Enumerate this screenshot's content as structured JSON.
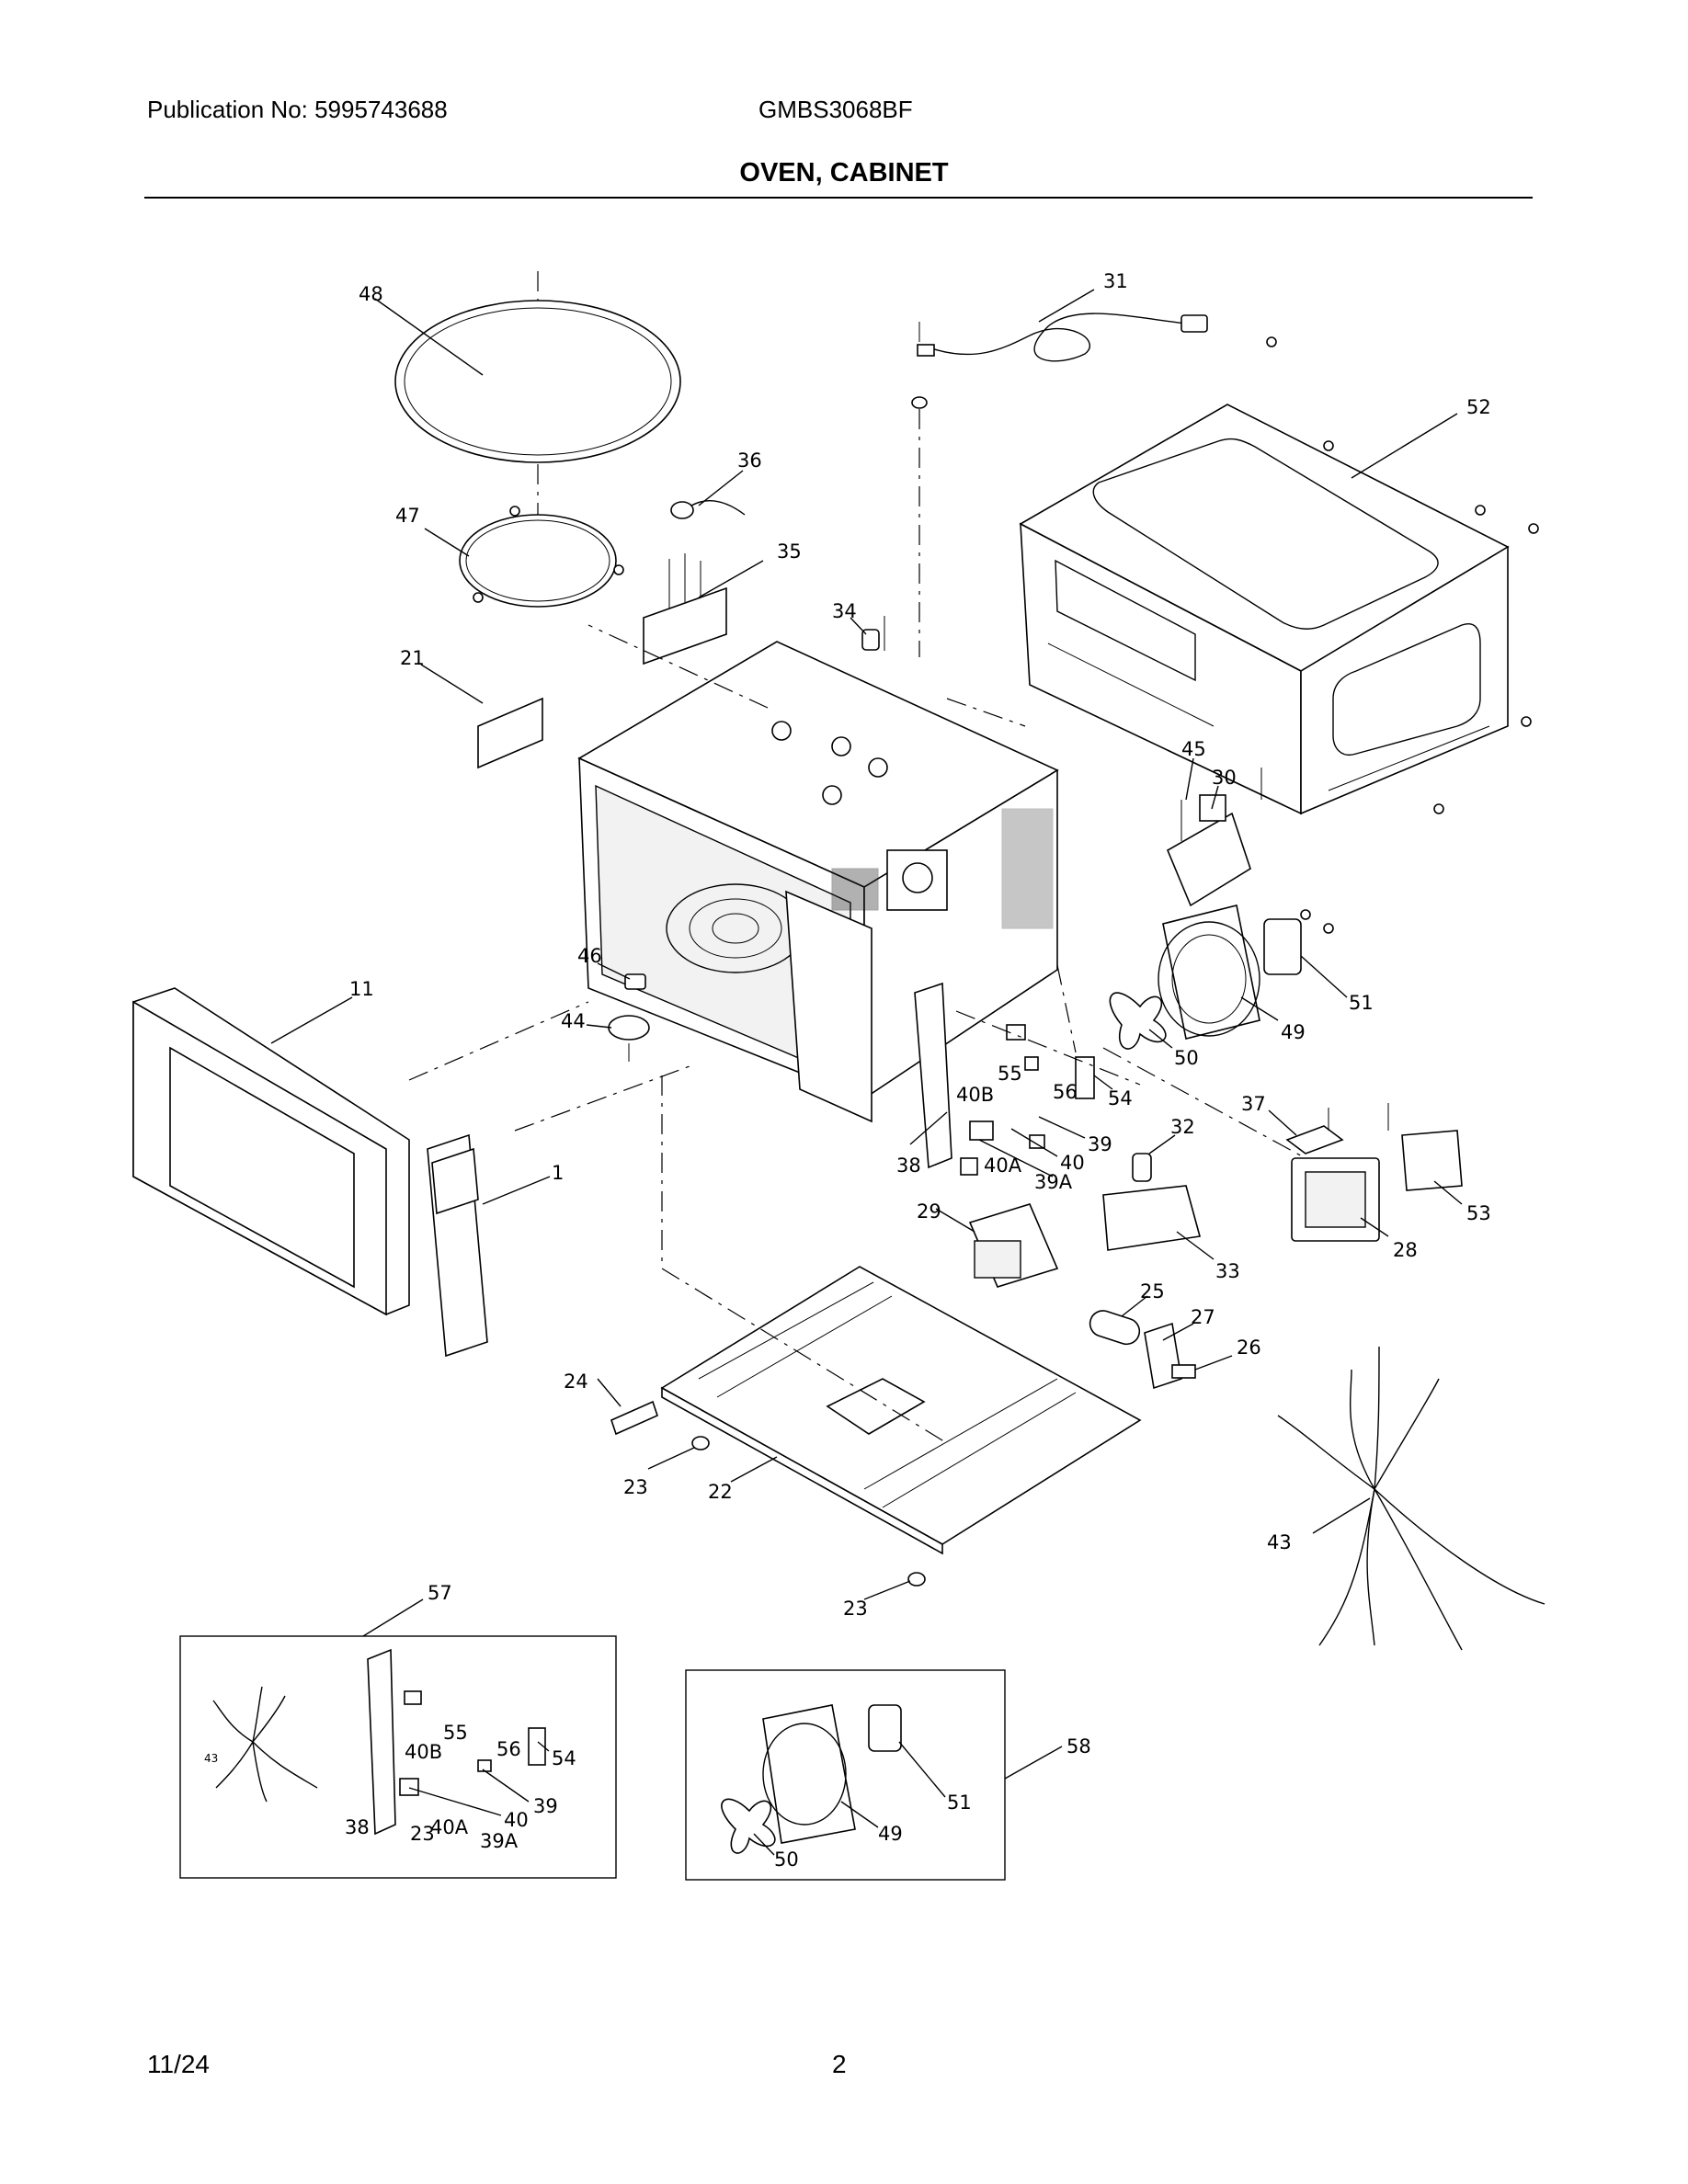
{
  "header": {
    "publication": "Publication No: 5995743688",
    "model": "GMBS3068BF",
    "title": "OVEN, CABINET"
  },
  "footer": {
    "date": "11/24",
    "page": "2"
  },
  "callouts": {
    "c48": "48",
    "c31": "31",
    "c52": "52",
    "c36": "36",
    "c47": "47",
    "c35": "35",
    "c34": "34",
    "c21": "21",
    "c45": "45",
    "c30": "30",
    "c46": "46",
    "c11": "11",
    "c44": "44",
    "c51": "51",
    "c49": "49",
    "c50": "50",
    "c55": "55",
    "c40B": "40B",
    "c56": "56",
    "c54": "54",
    "c37": "37",
    "c1": "1",
    "c32": "32",
    "c39": "39",
    "c40": "40",
    "c38": "38",
    "c40A": "40A",
    "c39A": "39A",
    "c29": "29",
    "c53": "53",
    "c28": "28",
    "c33": "33",
    "c25": "25",
    "c27": "27",
    "c26": "26",
    "c24": "24",
    "c23a": "23",
    "c22": "22",
    "c43": "43",
    "c23b": "23",
    "c57": "57",
    "c58": "58",
    "k43": "43",
    "k55": "55",
    "k56": "56",
    "k54": "54",
    "k40B": "40B",
    "k39": "39",
    "k40": "40",
    "k38": "38",
    "k23": "23",
    "k40A": "40A",
    "k39A": "39A",
    "f51": "51",
    "f49": "49",
    "f50": "50"
  }
}
